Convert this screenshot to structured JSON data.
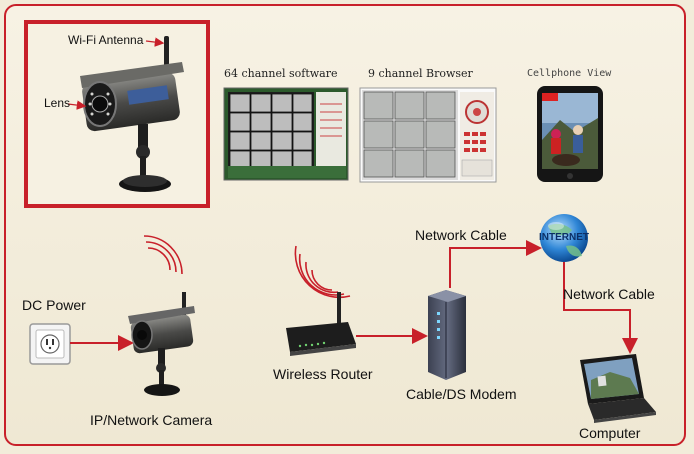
{
  "labels": {
    "wifi_antenna": "Wi-Fi Antenna",
    "lens": "Lens",
    "software_64": "64 channel software",
    "browser_9": "9 channel Browser",
    "cellphone_view": "Cellphone View",
    "dc_power": "DC Power",
    "ip_camera": "IP/Network Camera",
    "wireless_router": "Wireless Router",
    "modem": "Cable/DS Modem",
    "network_cable_top": "Network Cable",
    "network_cable_right": "Network Cable",
    "internet": "INTERNET",
    "computer": "Computer"
  },
  "colors": {
    "accent_red": "#c8202a",
    "background": "#f2ecda",
    "globe_blue": "#1e73c9"
  },
  "icons": [
    "ip-camera-icon",
    "power-outlet-icon",
    "wifi-signal-icon",
    "router-icon",
    "modem-icon",
    "globe-icon",
    "laptop-icon",
    "smartphone-icon"
  ]
}
